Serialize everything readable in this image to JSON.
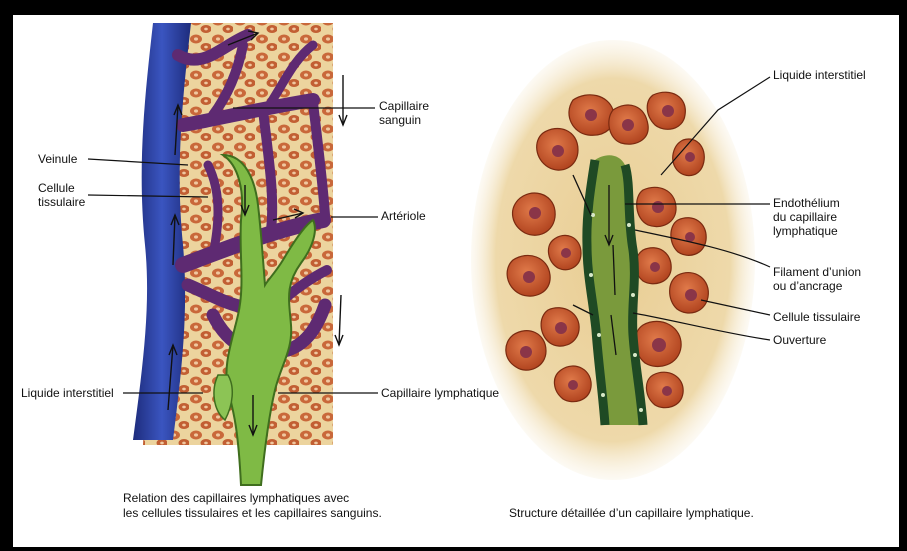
{
  "left_panel": {
    "labels": {
      "capillaire_sanguin": "Capillaire\nsanguin",
      "veinule": "Veinule",
      "cellule_tissulaire": "Cellule\ntissulaire",
      "arteriole": "Artériole",
      "liquide_interstitiel": "Liquide interstitiel",
      "capillaire_lymphatique": "Capillaire lymphatique"
    },
    "caption": "Relation des capillaires lymphatiques avec\nles cellules tissulaires et les capillaires sanguins."
  },
  "right_panel": {
    "labels": {
      "liquide_interstitiel": "Liquide interstitiel",
      "endothelium": "Endothélium\ndu capillaire\nlymphatique",
      "filament": "Filament d’union\nou d’ancrage",
      "cellule_tissulaire": "Cellule tissulaire",
      "ouverture": "Ouverture"
    },
    "caption": "Structure détaillée d’un capillaire lymphatique."
  },
  "colors": {
    "vein": "#2b3f9e",
    "artery": "#b3202a",
    "blood_capillary": "#6a2f7a",
    "lymph_capillary": "#6fae3a",
    "tissue_background": "#e9cf99",
    "cell": "#c4542c",
    "nucleus": "#8a3a4a"
  }
}
